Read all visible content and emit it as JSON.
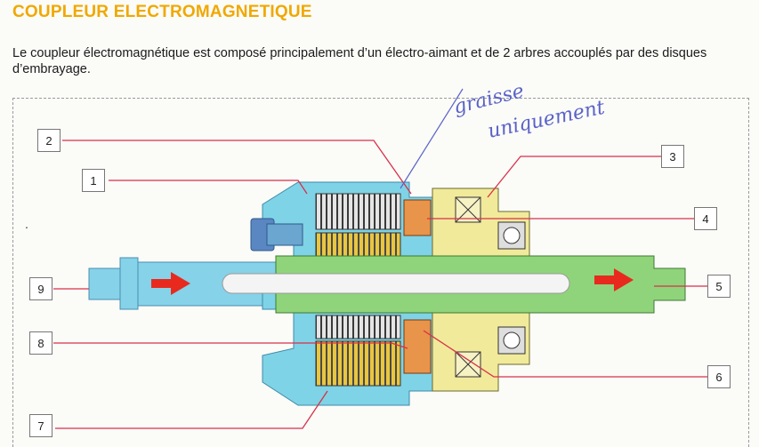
{
  "page": {
    "title": "COUPLEUR ELECTROMAGNETIQUE",
    "intro": "Le coupleur électromagnétique est composé principalement d’un électro-aimant et de 2 arbres accouplés par des disques d’embrayage.",
    "bullet": "."
  },
  "handwritten_note": {
    "line1": "graisse",
    "line2": "uniquement"
  },
  "callouts": [
    "1",
    "2",
    "3",
    "4",
    "5",
    "6",
    "7",
    "8",
    "9"
  ],
  "colors": {
    "title": "#f0a800",
    "housing": "#7fd3e6",
    "shaft": "#8fd47a",
    "leader": "#d8304a",
    "arrow": "#e82a1e",
    "coil_body": "#f1ea9a",
    "discs": "#e8c640",
    "pen": "#5a62c8"
  },
  "icons": {
    "flow_arrow_in": "right-arrow",
    "flow_arrow_out": "right-arrow",
    "electromagnet_coil": "cross-box"
  }
}
